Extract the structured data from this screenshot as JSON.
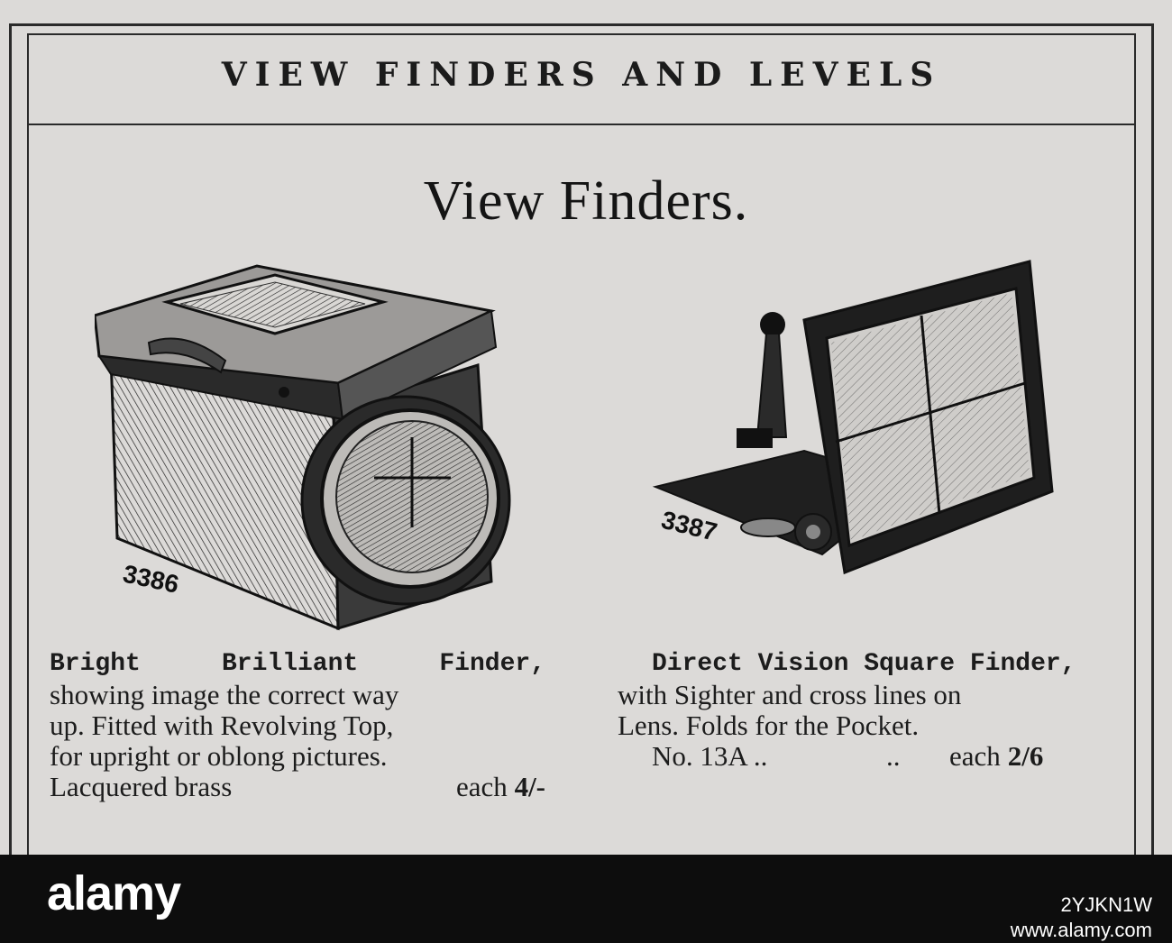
{
  "header": {
    "title": "VIEW FINDERS AND LEVELS"
  },
  "section": {
    "title": "View Finders."
  },
  "products": [
    {
      "number": "3386",
      "heading": [
        "Bright",
        "Brilliant",
        "Finder,"
      ],
      "lines": [
        "showing image the correct way",
        "up.  Fitted with Revolving Top,",
        "for upright or oblong pictures."
      ],
      "price_label": "Lacquered brass",
      "price_each": "each",
      "price": "4/-"
    },
    {
      "number": "3387",
      "heading_text": "Direct Vision Square Finder,",
      "lines": [
        "with Sighter and cross lines on",
        "Lens.  Folds for the Pocket."
      ],
      "price_label": "No. 13A ..",
      "price_dots": "..",
      "price_each": "each",
      "price": "2/6"
    }
  ],
  "watermark": {
    "logo": "alamy",
    "image_id": "2YJKN1W",
    "url": "www.alamy.com"
  }
}
